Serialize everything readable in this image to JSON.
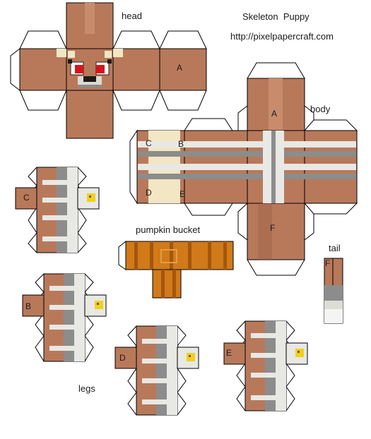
{
  "title": "Skeleton  Puppy",
  "url": "http://pixelpapercraft.com",
  "parts": {
    "head": "head",
    "body": "body",
    "pumpkin": "pumpkin bucket",
    "tail": "tail",
    "legs": "legs"
  },
  "letters": {
    "head_a": "A",
    "body_a": "A",
    "body_b": "B",
    "body_c": "C",
    "body_d": "D",
    "body_e": "E",
    "body_f": "F",
    "leg_c": "C",
    "leg_b": "B",
    "leg_d": "D",
    "leg_e": "E",
    "tail_f": "F"
  },
  "colors": {
    "fur": "#b8795a",
    "fur_dark": "#9c5f43",
    "fur_light": "#c88c6c",
    "bone": "#e8e8e4",
    "bone_grey": "#8c8c8c",
    "cream": "#f2e6c4",
    "eye_red": "#d8141a",
    "pumpkin": "#d07a1a",
    "pumpkin_dark": "#a4560c",
    "claw": "#f0d020",
    "line": "#000000"
  }
}
